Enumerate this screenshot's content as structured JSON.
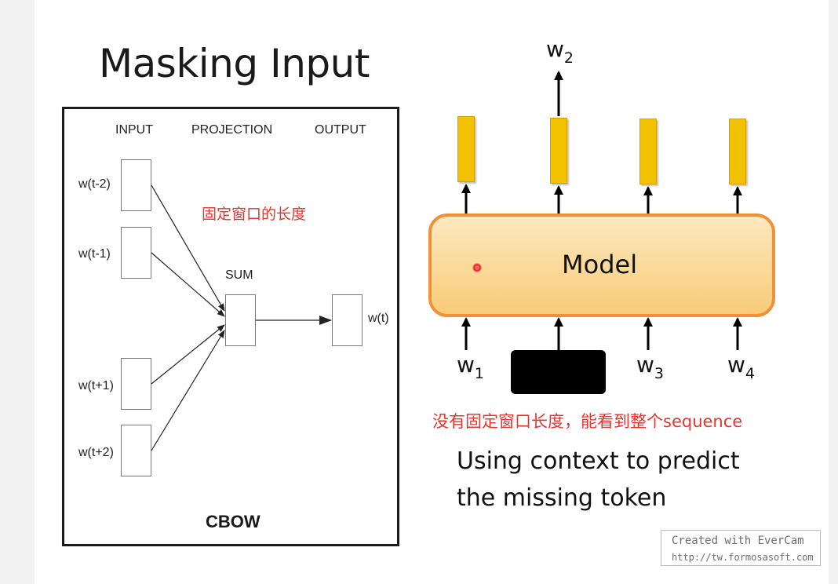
{
  "slide": {
    "title": "Masking Input"
  },
  "cbow": {
    "headers": {
      "input": "INPUT",
      "projection": "PROJECTION",
      "output": "OUTPUT"
    },
    "inputs": [
      "w(t-2)",
      "w(t-1)",
      "w(t+1)",
      "w(t+2)"
    ],
    "sum_label": "SUM",
    "output_label": "w(t)",
    "title": "CBOW",
    "annotation": "固定窗口的长度"
  },
  "model_diagram": {
    "model_label": "Model",
    "box_fill": "#f8cc78",
    "box_border": "#f0913a",
    "token_color": "#f2c200",
    "output_word": {
      "base": "w",
      "sub": "2"
    },
    "inputs": [
      {
        "base": "w",
        "sub": "1"
      },
      {
        "base": "w",
        "sub": "3"
      },
      {
        "base": "w",
        "sub": "4"
      }
    ],
    "annotation": "没有固定窗口长度，能看到整个sequence",
    "caption_line1": "Using context to predict",
    "caption_line2": "the missing token"
  },
  "watermark": {
    "line1": "Created with EverCam",
    "line2": "http://tw.formosasoft.com"
  }
}
